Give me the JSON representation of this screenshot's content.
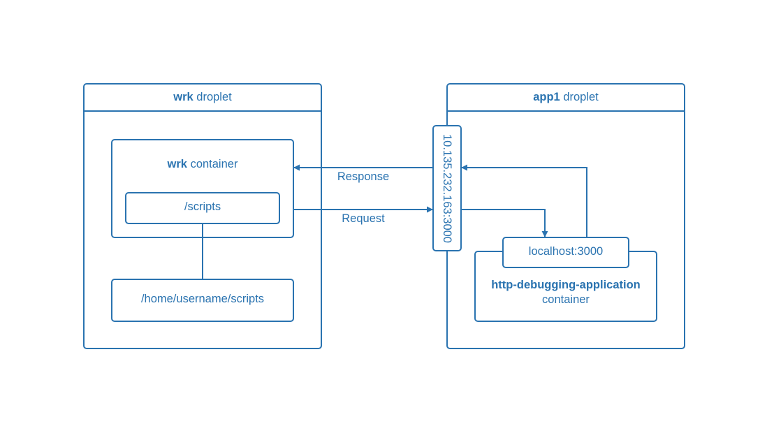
{
  "colors": {
    "stroke": "#2a73b0",
    "text": "#2a73b0",
    "background": "#ffffff"
  },
  "wrk_droplet": {
    "title_bold": "wrk",
    "title_rest": " droplet"
  },
  "wrk_container": {
    "title_bold": "wrk",
    "title_rest": " container"
  },
  "scripts_mount": {
    "label": "/scripts"
  },
  "host_scripts": {
    "label": "/home/username/scripts"
  },
  "app1_droplet": {
    "title_bold": "app1",
    "title_rest": " droplet"
  },
  "endpoint": {
    "label": "10.135.232.163:3000"
  },
  "localhost_port": {
    "label": "localhost:3000"
  },
  "app_container": {
    "title_bold": "http-debugging-application",
    "subtitle": "container"
  },
  "arrows": {
    "response_label": "Response",
    "request_label": "Request"
  }
}
